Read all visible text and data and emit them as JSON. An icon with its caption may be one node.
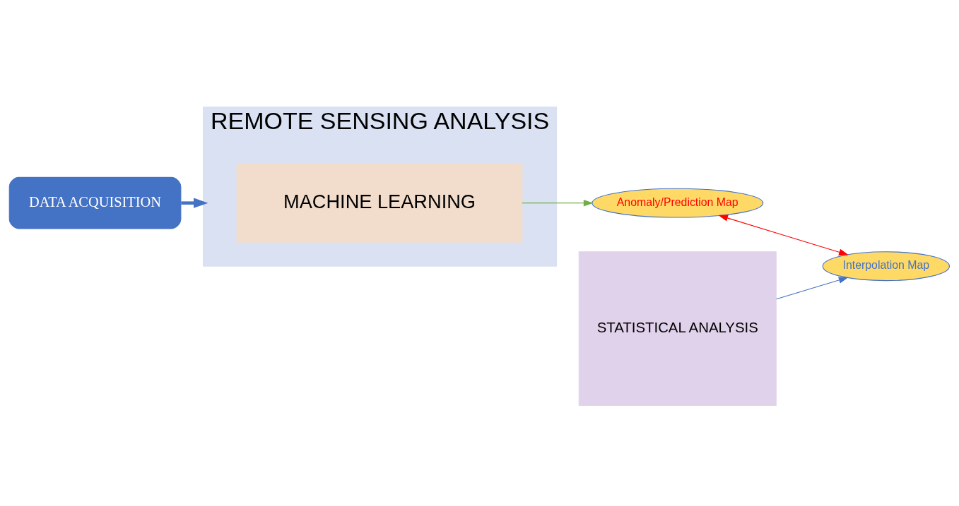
{
  "diagram": {
    "nodes": [
      {
        "text": [
          "DATA ACQUISITION"
        ]
      },
      {
        "text": [
          "REMOTE SENSING ANALYSIS"
        ]
      },
      {
        "text": [
          "MACHINE LEARNING"
        ],
        "in": 1
      },
      {
        "text": [
          "STATISTICAL ANALYSIS"
        ]
      },
      {
        "text": [
          "Anomaly/Prediction Map"
        ]
      },
      {
        "text": [
          "Interpolation Map"
        ]
      }
    ],
    "edges": [
      {
        "from": 0,
        "to": 1,
        "arrow": "to",
        "style": "thick",
        "color": "#4472c4"
      },
      {
        "from": 2,
        "to": 4,
        "arrow": "to",
        "color": "#70ad47"
      },
      {
        "from": 3,
        "to": 5,
        "arrow": "to",
        "color": "#4472c4"
      },
      {
        "from": 4,
        "to": 5,
        "arrow": "both",
        "color": "#ff0000"
      }
    ]
  }
}
